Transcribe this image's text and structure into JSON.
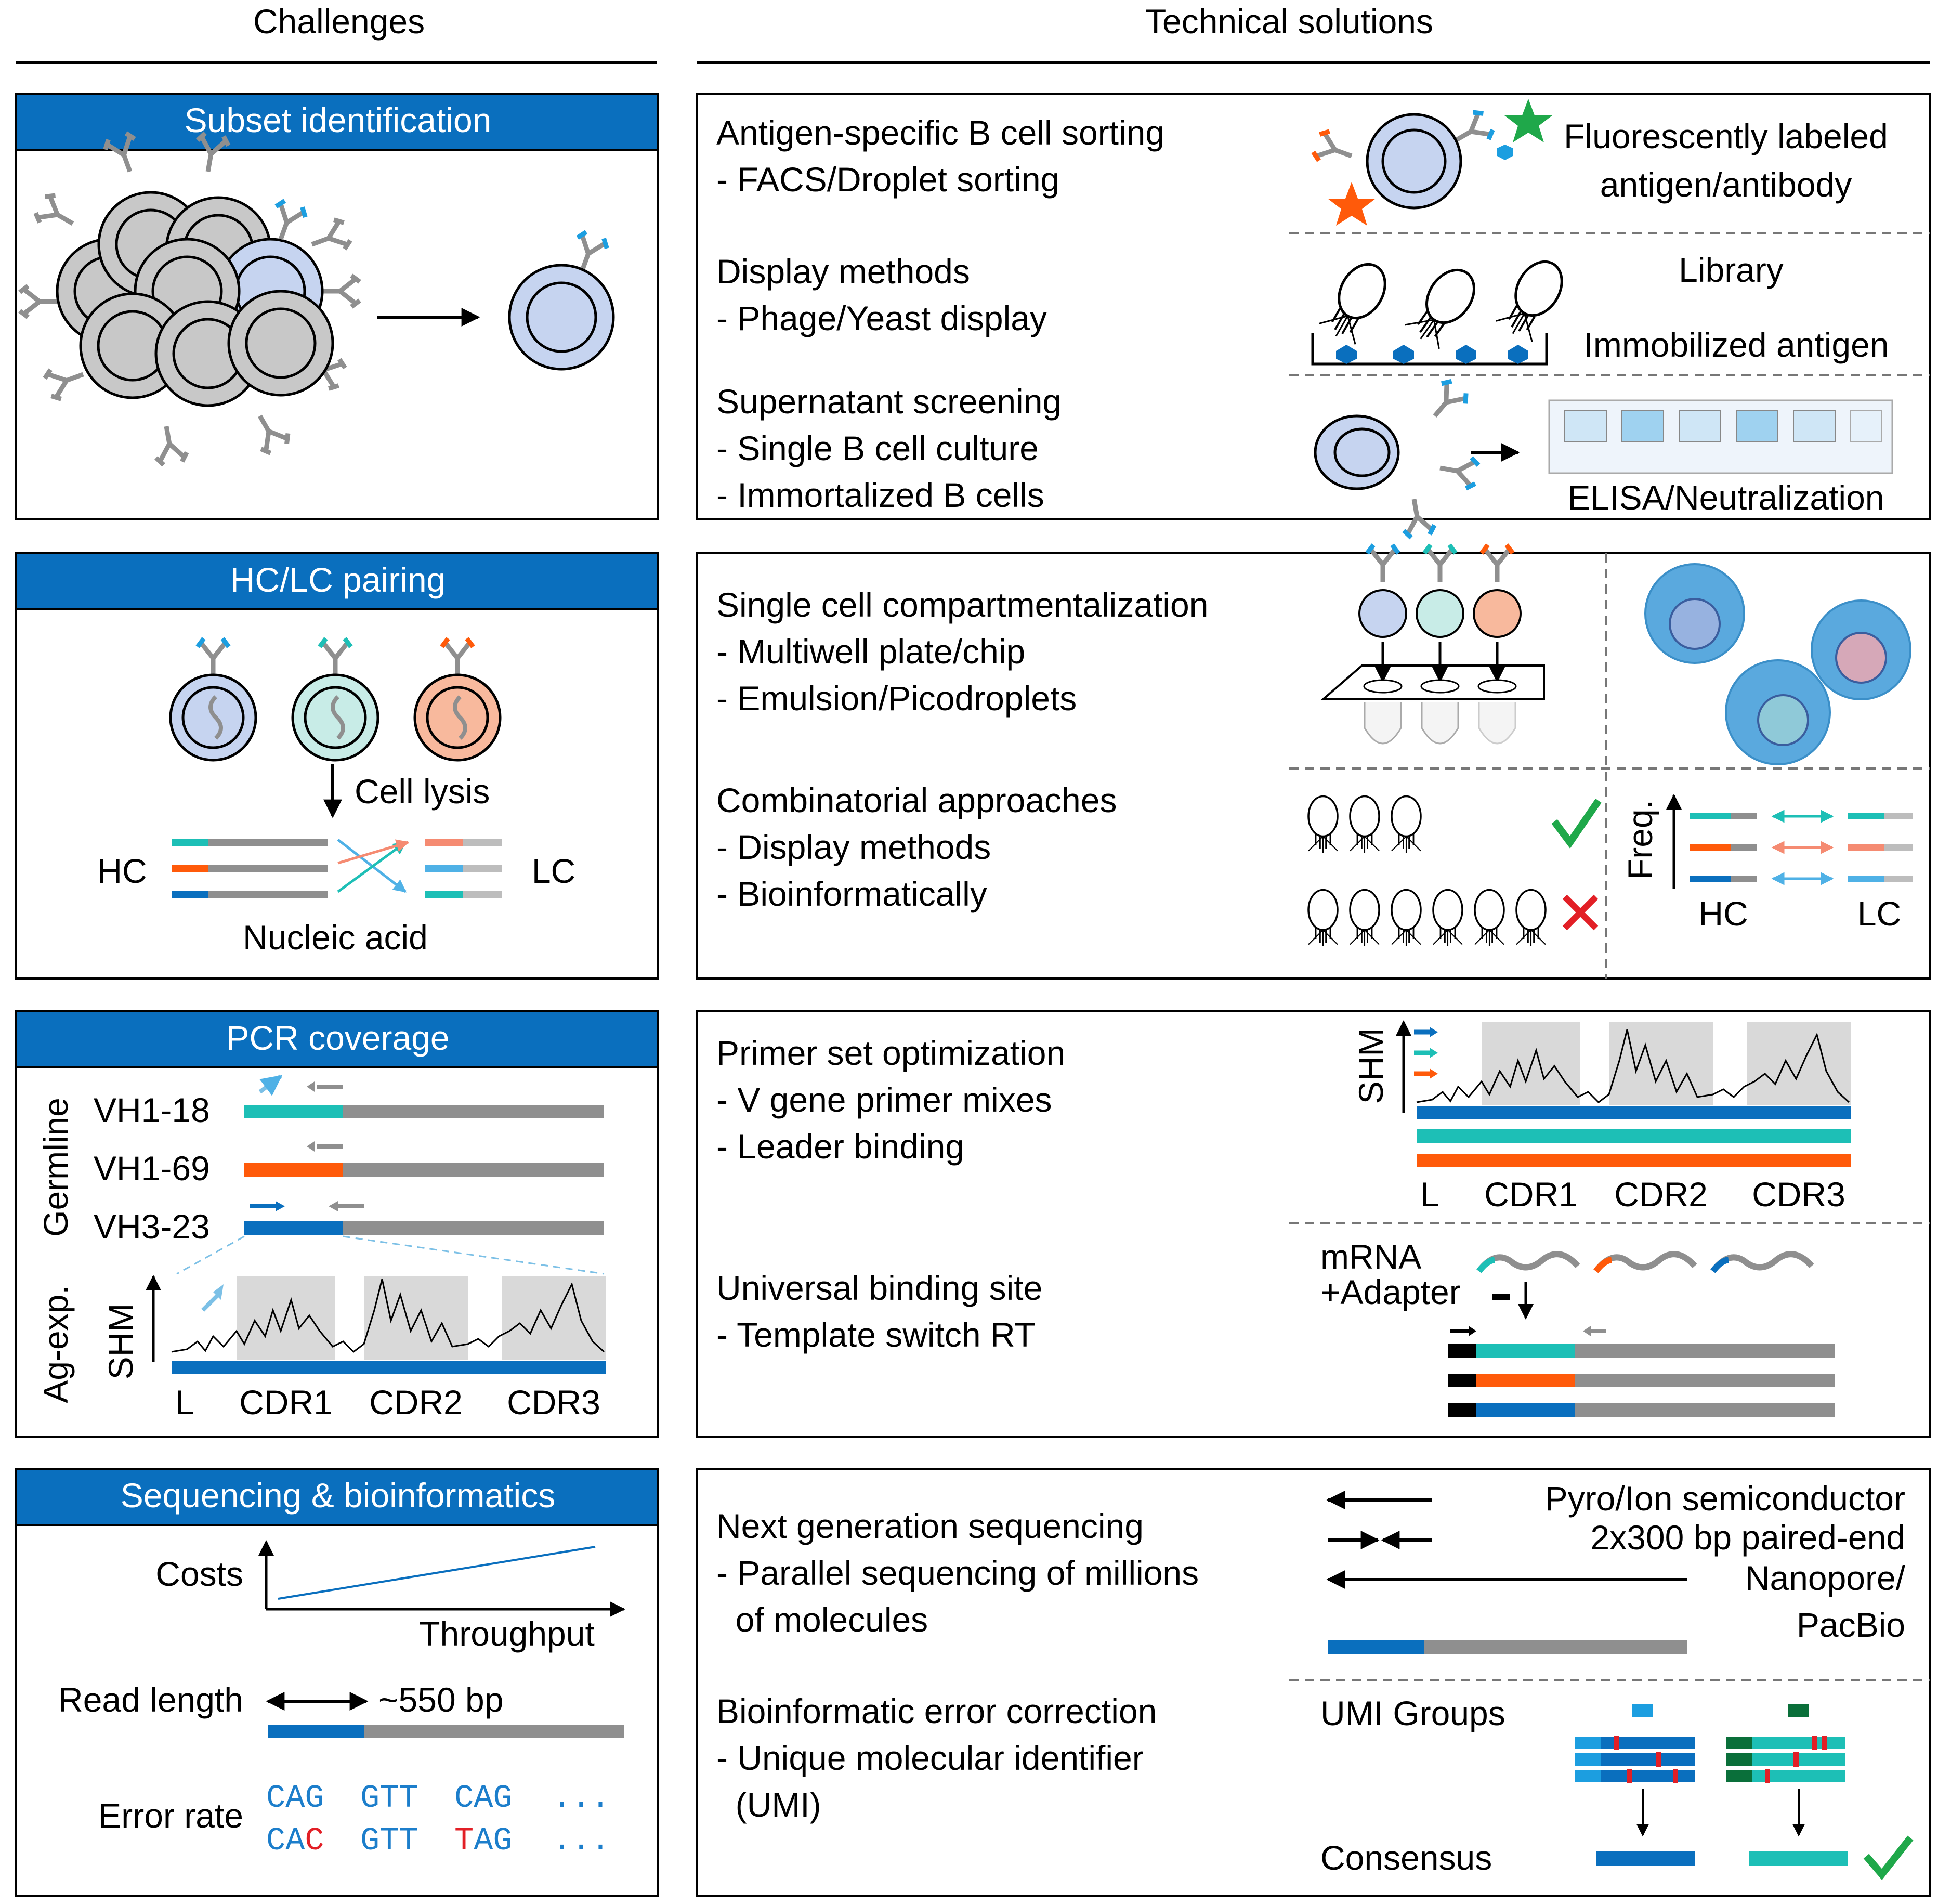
{
  "headers": {
    "challenges": "Challenges",
    "solutions": "Technical solutions"
  },
  "colors": {
    "accent": "#0a6fbe",
    "teal": "#1dbfb6",
    "orange": "#ff5a0a",
    "gray": "#8f8f8f",
    "light_blue": "#4fb1e6",
    "green": "#1fa84a",
    "red": "#e21f26",
    "salmon": "#f58b72"
  },
  "panels": [
    {
      "title": "Subset identification",
      "solutions": [
        {
          "heading": "Antigen-specific B cell sorting",
          "lines": [
            "- FACS/Droplet sorting"
          ],
          "figure_labels": [
            "Fluorescently labeled",
            "antigen/antibody"
          ]
        },
        {
          "heading": "Display methods",
          "lines": [
            "- Phage/Yeast display"
          ],
          "figure_labels": [
            "Library",
            "Immobilized antigen"
          ]
        },
        {
          "heading": "Supernatant screening",
          "lines": [
            "- Single B cell culture",
            "- Immortalized B cells"
          ],
          "figure_labels": [
            "ELISA/Neutralization"
          ]
        }
      ]
    },
    {
      "title": "HC/LC pairing",
      "labels": {
        "lysis": "Cell lysis",
        "hc": "HC",
        "lc": "LC",
        "nucleic": "Nucleic acid"
      },
      "solutions": [
        {
          "heading": "Single cell compartmentalization",
          "lines": [
            "- Multiwell plate/chip",
            "- Emulsion/Picodroplets"
          ]
        },
        {
          "heading": "Combinatorial approaches",
          "lines": [
            "- Display methods",
            "- Bioinformatically"
          ],
          "figure_labels": [
            "Freq.",
            "HC",
            "LC"
          ]
        }
      ]
    },
    {
      "title": "PCR coverage",
      "labels": {
        "germline": "Germline",
        "agexp": "Ag-exp.",
        "shm": "SHM",
        "genes": [
          "VH1-18",
          "VH1-69",
          "VH3-23"
        ],
        "regions": [
          "L",
          "CDR1",
          "CDR2",
          "CDR3"
        ]
      },
      "solutions": [
        {
          "heading": "Primer set optimization",
          "lines": [
            "- V gene primer mixes",
            "- Leader binding"
          ],
          "figure_labels": [
            "SHM",
            "L",
            "CDR1",
            "CDR2",
            "CDR3"
          ]
        },
        {
          "heading": "Universal binding site",
          "lines": [
            "- Template switch RT"
          ],
          "figure_labels": [
            "mRNA",
            "+Adapter"
          ]
        }
      ]
    },
    {
      "title": "Sequencing & bioinformatics",
      "labels": {
        "costs": "Costs",
        "throughput": "Throughput",
        "readlength": "Read length",
        "bp": "~550 bp",
        "errorrate": "Error rate",
        "seq1": [
          "CAG",
          "GTT",
          "CAG",
          "..."
        ],
        "seq2": [
          "CAC",
          "GTT",
          "TAG",
          "..."
        ]
      },
      "solutions": [
        {
          "heading": "Next generation sequencing",
          "lines": [
            "- Parallel sequencing of millions",
            "  of molecules"
          ],
          "figure_labels": [
            "Pyro/Ion semiconductor",
            "2x300 bp paired-end",
            "Nanopore/",
            "PacBio"
          ]
        },
        {
          "heading": "Bioinformatic error correction",
          "lines": [
            "- Unique molecular identifier",
            "  (UMI)"
          ],
          "figure_labels": [
            "UMI Groups",
            "Consensus"
          ]
        }
      ]
    }
  ]
}
